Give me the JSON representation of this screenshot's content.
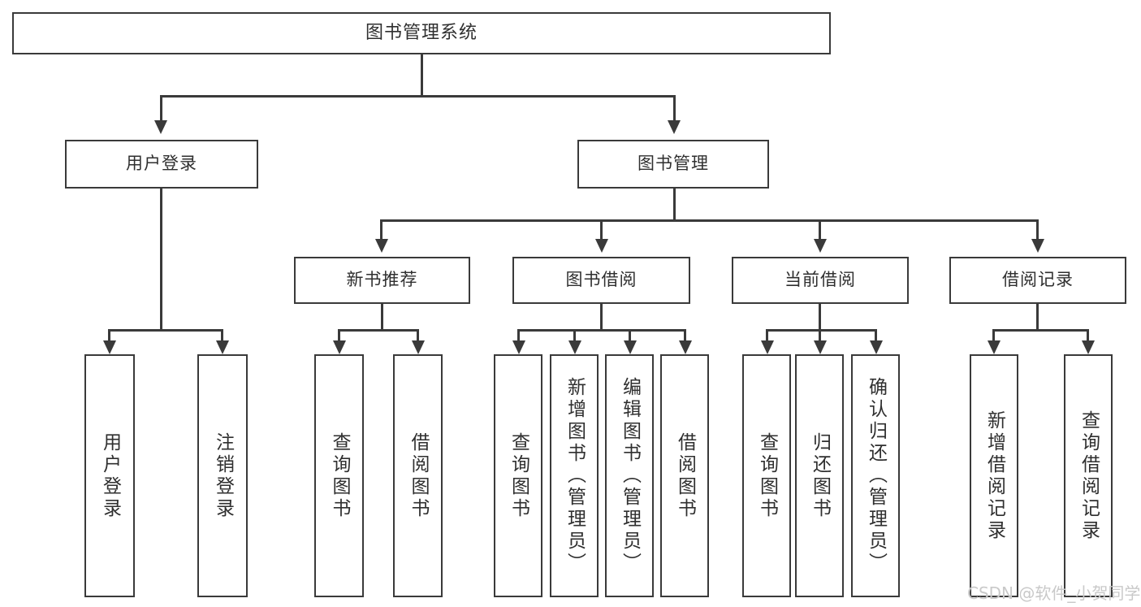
{
  "diagram": {
    "type": "tree-hierarchy",
    "title": "图书管理系统",
    "root": {
      "label": "图书管理系统"
    },
    "level2": [
      {
        "label": "用户登录"
      },
      {
        "label": "图书管理"
      }
    ],
    "level3": [
      {
        "label": "新书推荐"
      },
      {
        "label": "图书借阅"
      },
      {
        "label": "当前借阅"
      },
      {
        "label": "借阅记录"
      }
    ],
    "leaves": {
      "user_login": [
        {
          "label": "用户登录"
        },
        {
          "label": "注销登录"
        }
      ],
      "new_book_recommend": [
        {
          "label": "查询图书"
        },
        {
          "label": "借阅图书"
        }
      ],
      "book_borrow": [
        {
          "label": "查询图书"
        },
        {
          "label": "新增图书（管理员）"
        },
        {
          "label": "编辑图书（管理员）"
        },
        {
          "label": "借阅图书"
        }
      ],
      "current_borrow": [
        {
          "label": "查询图书"
        },
        {
          "label": "归还图书"
        },
        {
          "label": "确认归还（管理员）"
        }
      ],
      "borrow_record": [
        {
          "label": "新增借阅记录"
        },
        {
          "label": "查询借阅记录"
        }
      ]
    }
  },
  "watermark": {
    "text": "CSDN @软件_小贺同学"
  },
  "colors": {
    "stroke": "#3a3a3a",
    "text": "#2f2f2f",
    "background": "#ffffff",
    "watermark": "#c9c9c9"
  }
}
